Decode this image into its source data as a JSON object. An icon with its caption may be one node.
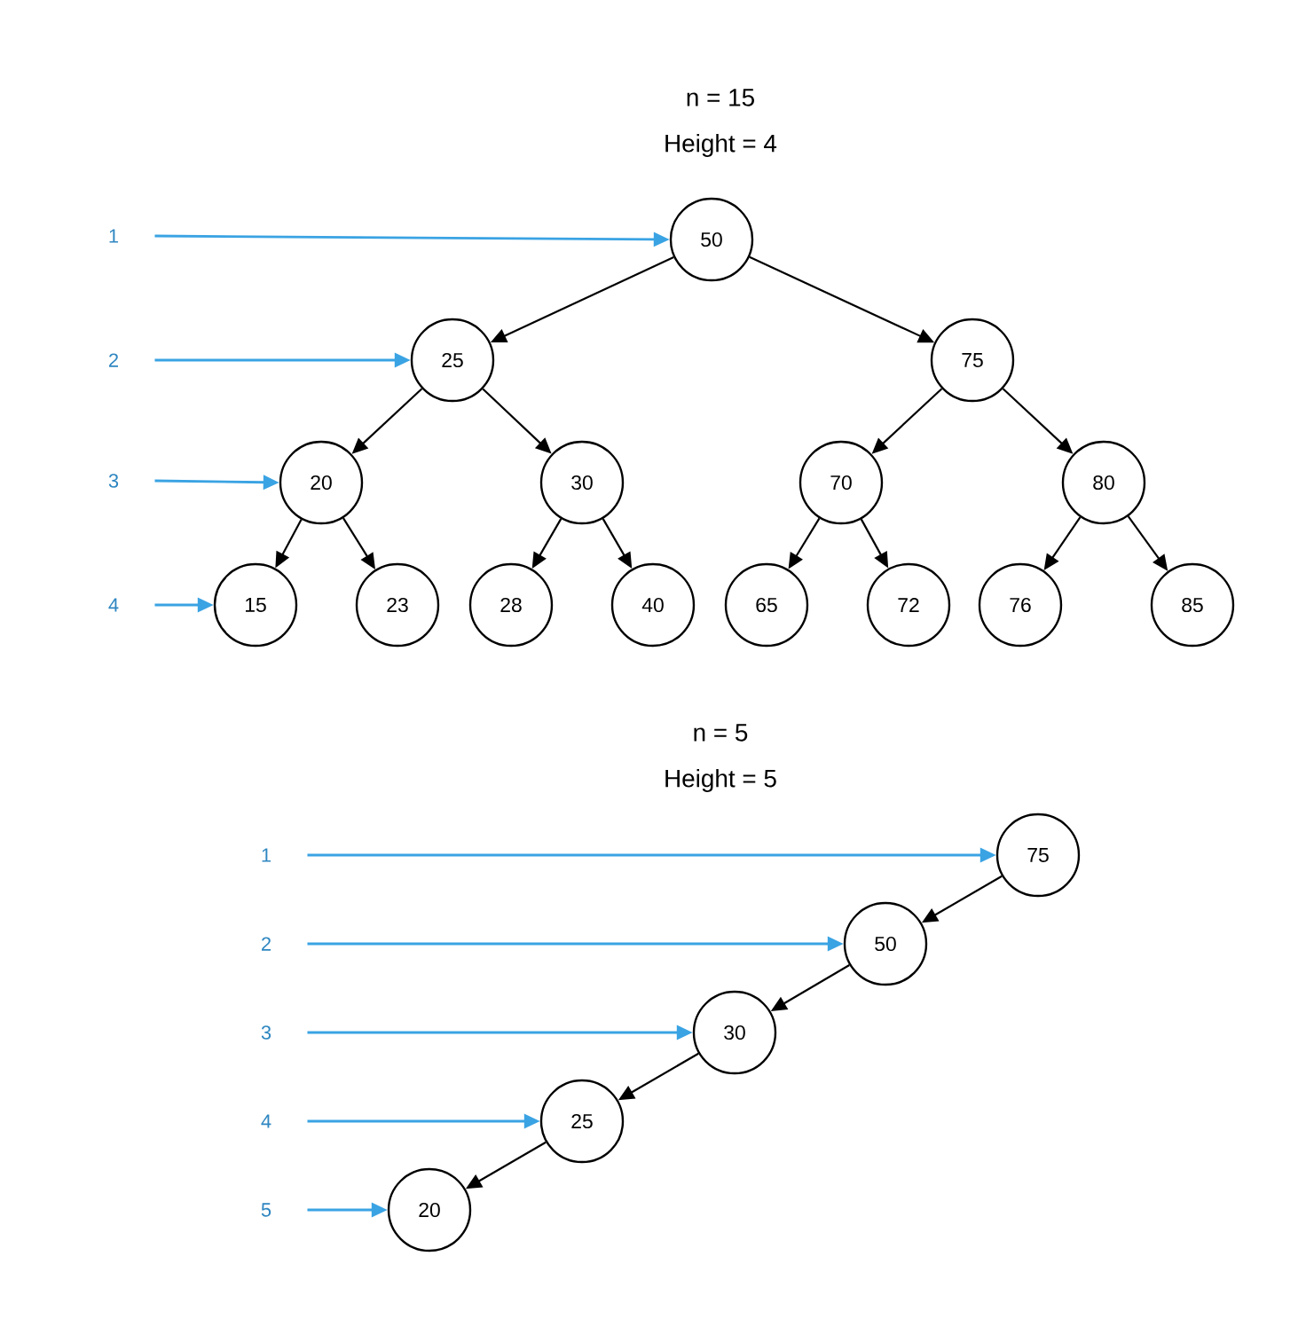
{
  "diagram": {
    "nodes": [
      {
        "text": [
          "50"
        ]
      },
      {
        "text": [
          "25"
        ]
      },
      {
        "text": [
          "75"
        ]
      },
      {
        "text": [
          "20"
        ]
      },
      {
        "text": [
          "30"
        ]
      },
      {
        "text": [
          "70"
        ]
      },
      {
        "text": [
          "80"
        ]
      },
      {
        "text": [
          "15"
        ]
      },
      {
        "text": [
          "23"
        ]
      },
      {
        "text": [
          "28"
        ]
      },
      {
        "text": [
          "40"
        ]
      },
      {
        "text": [
          "65"
        ]
      },
      {
        "text": [
          "72"
        ]
      },
      {
        "text": [
          "76"
        ]
      },
      {
        "text": [
          "85"
        ]
      },
      {
        "text": [
          "1"
        ]
      },
      {
        "text": [
          "2"
        ]
      },
      {
        "text": [
          "3"
        ]
      },
      {
        "text": [
          "4"
        ]
      },
      {
        "text": [
          "75"
        ]
      },
      {
        "text": [
          "50"
        ]
      },
      {
        "text": [
          "30"
        ]
      },
      {
        "text": [
          "25"
        ]
      },
      {
        "text": [
          "20"
        ]
      },
      {
        "text": [
          "1"
        ]
      },
      {
        "text": [
          "2"
        ]
      },
      {
        "text": [
          "3"
        ]
      },
      {
        "text": [
          "4"
        ]
      },
      {
        "text": [
          "5"
        ]
      }
    ],
    "edges": [
      {
        "from": 0,
        "to": 1,
        "arrow": "to"
      },
      {
        "from": 0,
        "to": 2,
        "arrow": "to"
      },
      {
        "from": 1,
        "to": 3,
        "arrow": "to"
      },
      {
        "from": 1,
        "to": 4,
        "arrow": "to"
      },
      {
        "from": 2,
        "to": 5,
        "arrow": "to"
      },
      {
        "from": 2,
        "to": 6,
        "arrow": "to"
      },
      {
        "from": 3,
        "to": 7,
        "arrow": "to"
      },
      {
        "from": 3,
        "to": 8,
        "arrow": "to"
      },
      {
        "from": 4,
        "to": 9,
        "arrow": "to"
      },
      {
        "from": 4,
        "to": 10,
        "arrow": "to"
      },
      {
        "from": 5,
        "to": 11,
        "arrow": "to"
      },
      {
        "from": 5,
        "to": 12,
        "arrow": "to"
      },
      {
        "from": 6,
        "to": 13,
        "arrow": "to"
      },
      {
        "from": 6,
        "to": 14,
        "arrow": "to"
      },
      {
        "from": 15,
        "to": 0,
        "arrow": "to",
        "color": "#3aa3e3"
      },
      {
        "from": 16,
        "to": 1,
        "arrow": "to",
        "color": "#3aa3e3"
      },
      {
        "from": 17,
        "to": 3,
        "arrow": "to",
        "color": "#3aa3e3"
      },
      {
        "from": 18,
        "to": 7,
        "arrow": "to",
        "color": "#3aa3e3"
      },
      {
        "from": 19,
        "to": 20,
        "arrow": "to"
      },
      {
        "from": 20,
        "to": 21,
        "arrow": "to"
      },
      {
        "from": 21,
        "to": 22,
        "arrow": "to"
      },
      {
        "from": 22,
        "to": 23,
        "arrow": "to"
      },
      {
        "from": 24,
        "to": 19,
        "arrow": "to",
        "color": "#3aa3e3"
      },
      {
        "from": 25,
        "to": 20,
        "arrow": "to",
        "color": "#3aa3e3"
      },
      {
        "from": 26,
        "to": 21,
        "arrow": "to",
        "color": "#3aa3e3"
      },
      {
        "from": 27,
        "to": 22,
        "arrow": "to",
        "color": "#3aa3e3"
      },
      {
        "from": 28,
        "to": 23,
        "arrow": "to",
        "color": "#3aa3e3"
      }
    ],
    "labels": [
      "n = 15",
      "Height = 4",
      "n = 5",
      "Height = 5"
    ]
  }
}
